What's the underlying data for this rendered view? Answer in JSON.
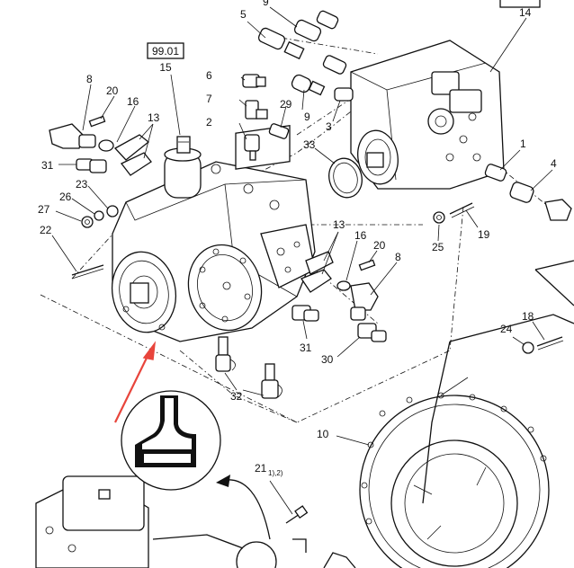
{
  "diagram": {
    "ref_box": {
      "code": "99.01",
      "number": "15"
    },
    "labels": {
      "n1": "1",
      "n2": "2",
      "n3": "3",
      "n4": "4",
      "n5": "5",
      "n6": "6",
      "n7": "7",
      "n8a": "8",
      "n8b": "8",
      "n9a": "9",
      "n9b": "9",
      "n10": "10",
      "n13a": "13",
      "n13b": "13",
      "n14": "14",
      "n16a": "16",
      "n16b": "16",
      "n18": "18",
      "n19": "19",
      "n20a": "20",
      "n20b": "20",
      "n21": "21",
      "n21_note": "1),2)",
      "n22": "22",
      "n23": "23",
      "n24": "24",
      "n25": "25",
      "n26": "26",
      "n27": "27",
      "n29": "29",
      "n30": "30",
      "n31a": "31",
      "n31b": "31",
      "n32": "32",
      "n33": "33"
    },
    "colors": {
      "ink": "#111111",
      "arrow": "#e8453c",
      "paper": "#ffffff"
    }
  }
}
